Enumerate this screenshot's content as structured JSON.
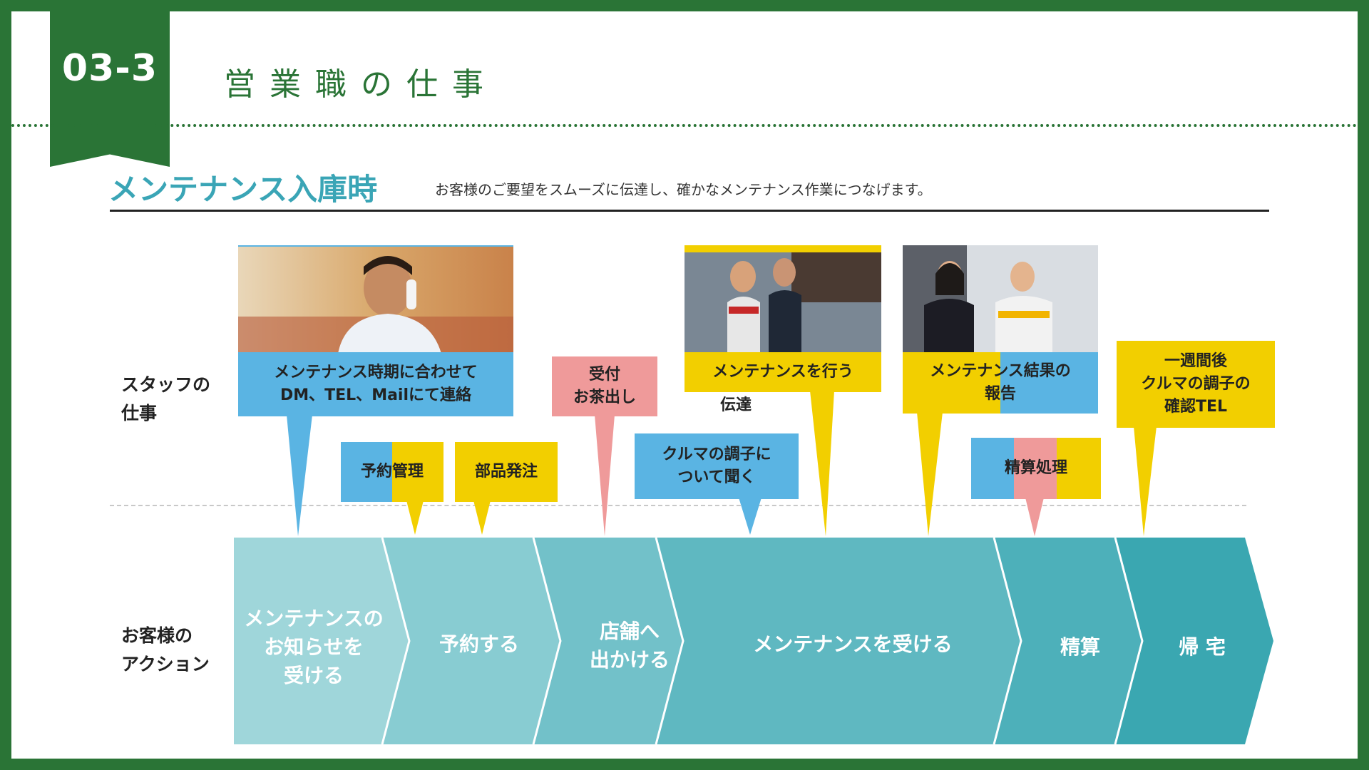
{
  "header": {
    "badge": "03-3",
    "title": "営業職の仕事"
  },
  "section": {
    "title": "メンテナンス入庫時",
    "description": "お客様のご要望をスムーズに伝達し、確かなメンテナンス作業につなげます。"
  },
  "rows": {
    "staff_label": "スタッフの\n仕事",
    "customer_label": "お客様の\nアクション"
  },
  "staff_tasks": {
    "contact": "メンテナンス時期に合わせて\nDM、TEL、Mailにて連絡",
    "reservation": "予約管理",
    "parts": "部品発注",
    "reception": "受付\nお茶出し",
    "hearing": "クルマの調子に\nついて聞く",
    "relay": "伝達",
    "maintenance": "メンテナンスを行う",
    "report": "メンテナンス結果の\n報告",
    "payment": "精算処理",
    "followup": "一週間後\nクルマの調子の\n確認TEL"
  },
  "customer_actions": [
    "メンテナンスの\nお知らせを\n受ける",
    "予約する",
    "店舗へ\n出かける",
    "メンテナンスを受ける",
    "精算",
    "帰 宅"
  ],
  "colors": {
    "brand_green": "#2a7436",
    "callout_blue": "#5ab4e3",
    "callout_yellow": "#f2cf00",
    "callout_pink": "#ef9a9a",
    "teal": "#3aa5b6"
  }
}
